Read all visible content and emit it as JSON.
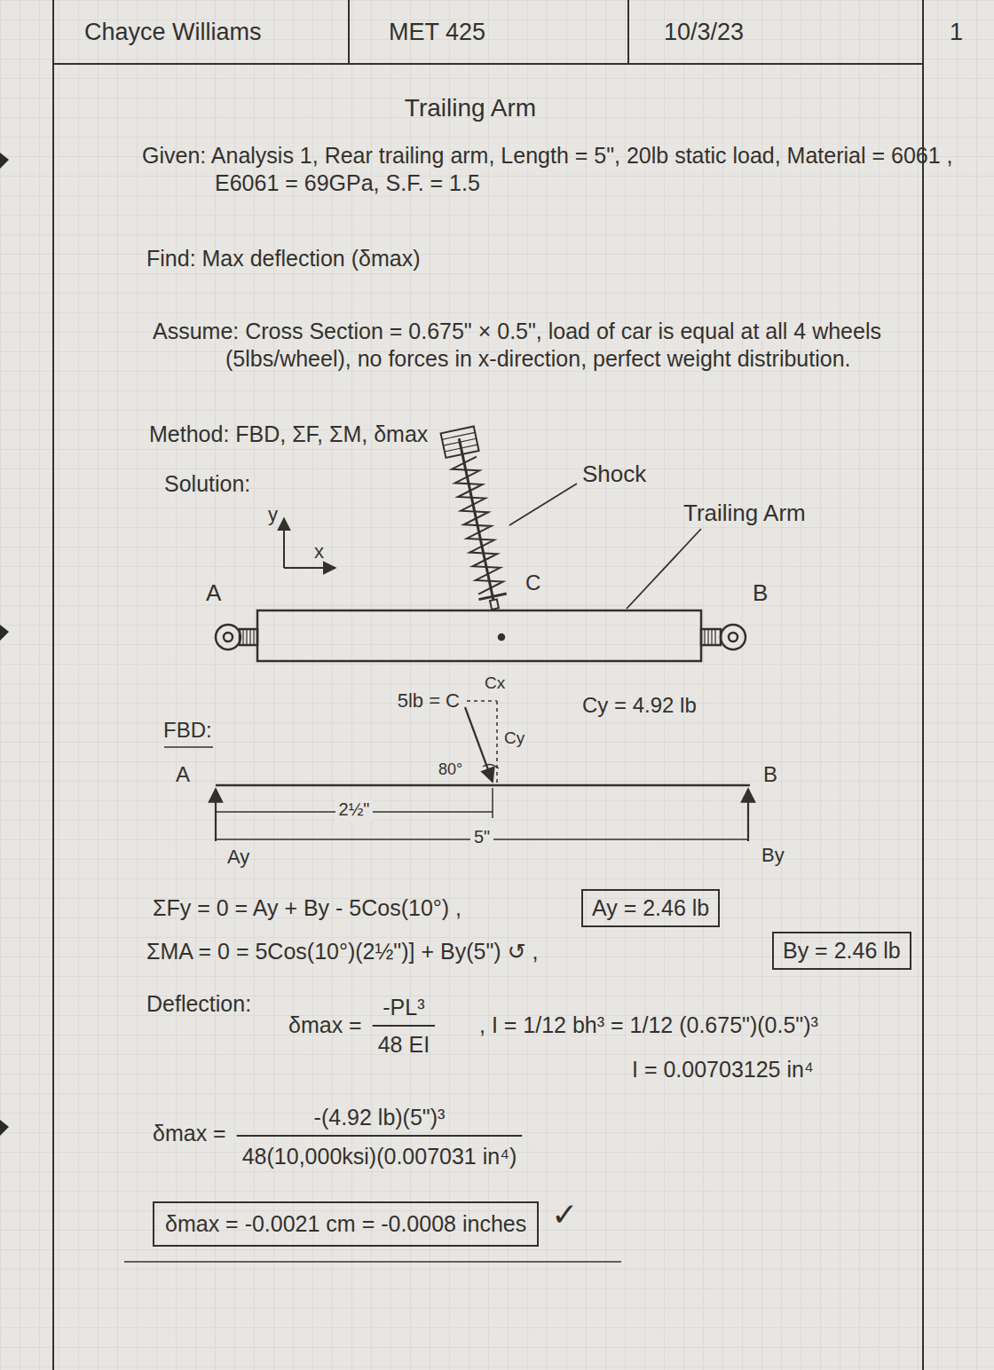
{
  "diagram": {
    "title": "Trailing Arm",
    "nodes": [
      {
        "text": [
          "Ay = 2.46 lb"
        ]
      },
      {
        "text": [
          "By = 2.46 lb"
        ]
      },
      {
        "text": [
          "δmax = -0.0021 cm = -0.0008 inches"
        ]
      }
    ],
    "labels": [
      "Chayce Williams",
      "MET 425",
      "10/3/23",
      "1",
      "Given: Analysis 1, Rear trailing arm, Length = 5\", 20lb static load, Material = 6061 , E6061 = 69GPa, S.F. = 1.5",
      "Find: Max deflection (δmax)",
      "Assume: Cross Section = 0.675\" × 0.5\", load of car is equal at all 4 wheels (5lbs/wheel), no forces in x-direction, perfect weight distribution.",
      "Method: FBD, ΣF, ΣM, δmax",
      "Solution:",
      "y",
      "x",
      "A",
      "B",
      "C",
      "Shock",
      "Trailing Arm",
      "FBD:",
      "5lb = C",
      "Cx",
      "Cy",
      "Cy = 4.92 lb",
      "80°",
      "A",
      "B",
      "2½\"",
      "5\"",
      "Ay",
      "By",
      "ΣFy = 0 = Ay + By - 5Cos(10°) ,",
      "ΣMA = 0 = 5Cos(10°)(2½\")] + By(5\") ↺ ,",
      "Deflection:",
      "δmax =",
      "-PL³",
      "48 EI",
      ", I = 1/12 bh³ = 1/12 (0.675\")(0.5\")³",
      "I = 0.00703125 in⁴",
      "δmax =",
      "-(4.92 lb)(5\")³",
      "48(10,000ksi)(0.007031 in⁴)",
      "✓"
    ]
  }
}
